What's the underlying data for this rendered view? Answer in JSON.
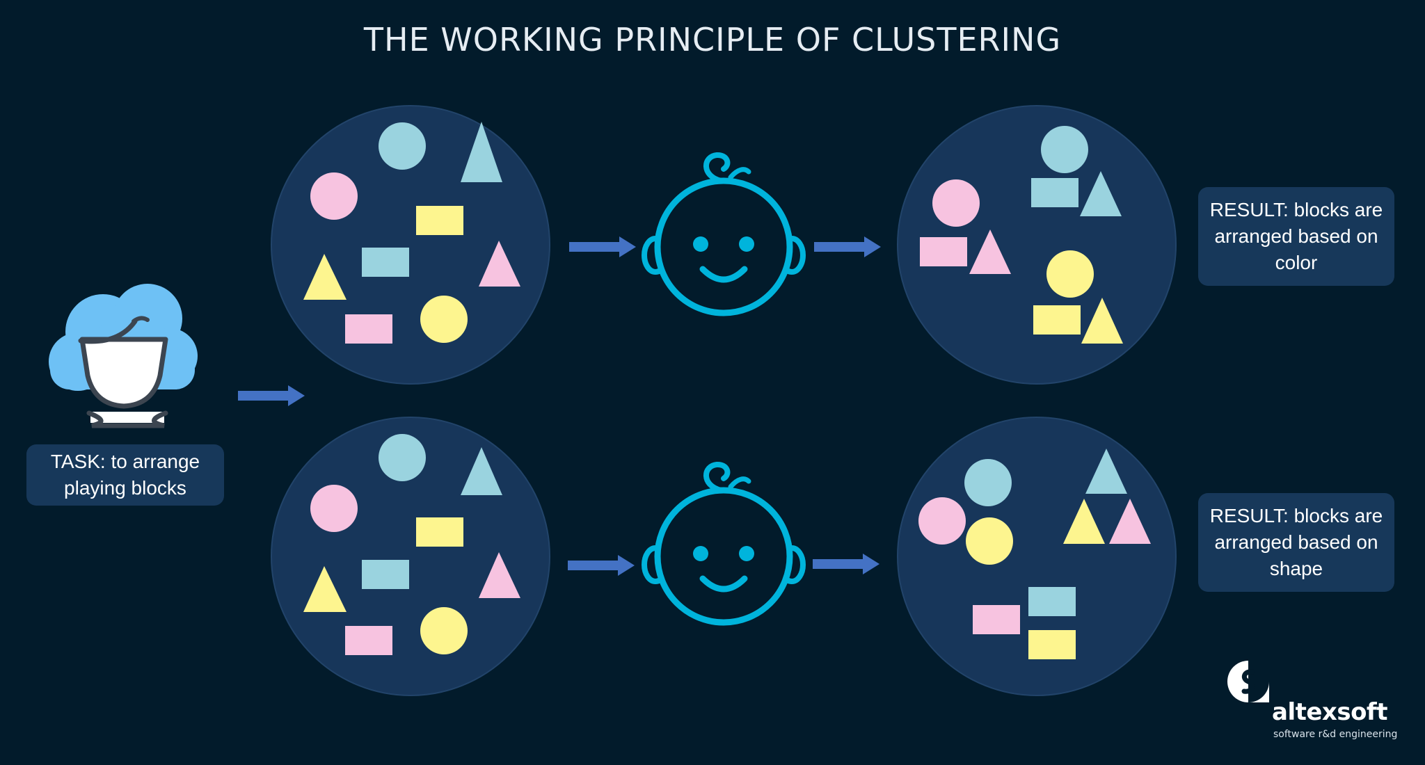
{
  "title": "THE WORKING PRINCIPLE OF CLUSTERING",
  "task": {
    "line1": "TASK: to arrange",
    "line2": "playing blocks"
  },
  "results": {
    "color": {
      "line1": "RESULT: blocks are",
      "line2": "arranged based on",
      "line3": "color"
    },
    "shape": {
      "line1": "RESULT: blocks are",
      "line2": "arranged based on",
      "line3": "shape"
    }
  },
  "logo": {
    "name": "altexsoft",
    "tagline": "software r&d engineering"
  },
  "icons": {
    "teacher": "person-icon",
    "learner": "baby-face-icon",
    "arrow": "arrow-right-icon"
  },
  "colors": {
    "background": "#021b2b",
    "circle": "#17365a",
    "label_box": "#17385a",
    "arrow": "#4472c4",
    "baby_face": "#00b4dc",
    "hair": "#6ec1f5",
    "block_blue": "#9ad3df",
    "block_pink": "#f7c3e0",
    "block_yellow": "#fdf58f"
  }
}
